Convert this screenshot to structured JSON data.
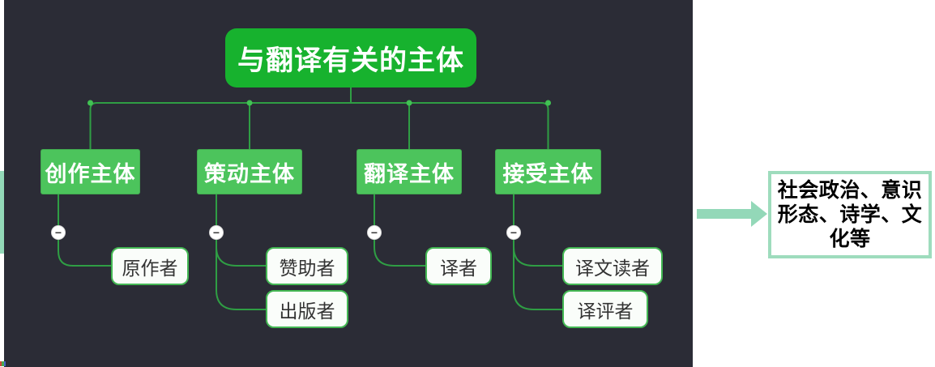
{
  "colors": {
    "bg-dark": "#2b2c36",
    "root-green": "#17b22e",
    "branch-green": "#4cc45c",
    "line-green": "#2f9e44",
    "dot-green": "#41c153",
    "leaf-border": "#44b854",
    "leaf-bg": "#fafdfa",
    "text-dark": "#333333",
    "mint": "#93d8b8",
    "box-border": "#9edcbd"
  },
  "mindmap": {
    "root": {
      "label": "与翻译有关的主体"
    },
    "branches": [
      {
        "label": "创作主体",
        "children": [
          {
            "label": "原作者"
          }
        ]
      },
      {
        "label": "策动主体",
        "children": [
          {
            "label": "赞助者"
          },
          {
            "label": "出版者"
          }
        ]
      },
      {
        "label": "翻译主体",
        "children": [
          {
            "label": "译者"
          }
        ]
      },
      {
        "label": "接受主体",
        "children": [
          {
            "label": "译文读者"
          },
          {
            "label": "译评者"
          }
        ]
      }
    ],
    "collapse_glyph": "−"
  },
  "annotation": {
    "lines": [
      "社会政治、意识",
      "形态、诗学、文",
      "化等"
    ]
  }
}
